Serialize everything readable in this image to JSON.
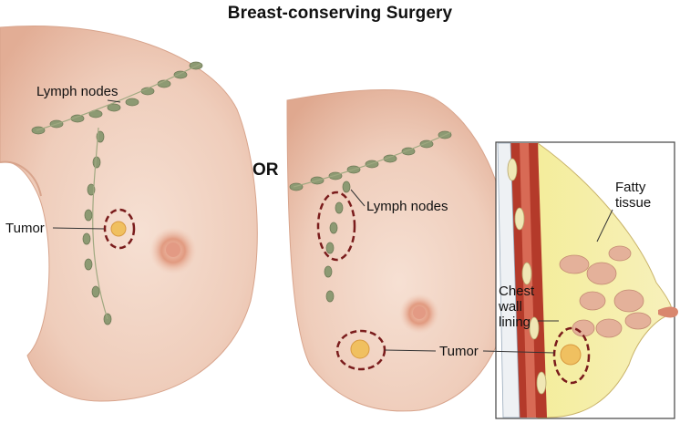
{
  "title": "Breast-conserving Surgery",
  "separator": "OR",
  "left_panel": {
    "lymph_label": "Lymph nodes",
    "tumor_label": "Tumor"
  },
  "right_panel": {
    "lymph_label": "Lymph nodes",
    "tumor_label": "Tumor"
  },
  "cross_section": {
    "fatty_label_line1": "Fatty",
    "fatty_label_line2": "tissue",
    "chest_label_line1": "Chest",
    "chest_label_line2": "wall",
    "chest_label_line3": "lining"
  },
  "colors": {
    "skin": "#f2d3c3",
    "skin_shadow": "#e3b19a",
    "nipple": "#d9876e",
    "lymph_node": "#8d9a73",
    "tumor": "#f0c060",
    "outline_dash": "#7a1c1c",
    "fat": "#f6efa8",
    "muscle": "#b43a2a"
  }
}
